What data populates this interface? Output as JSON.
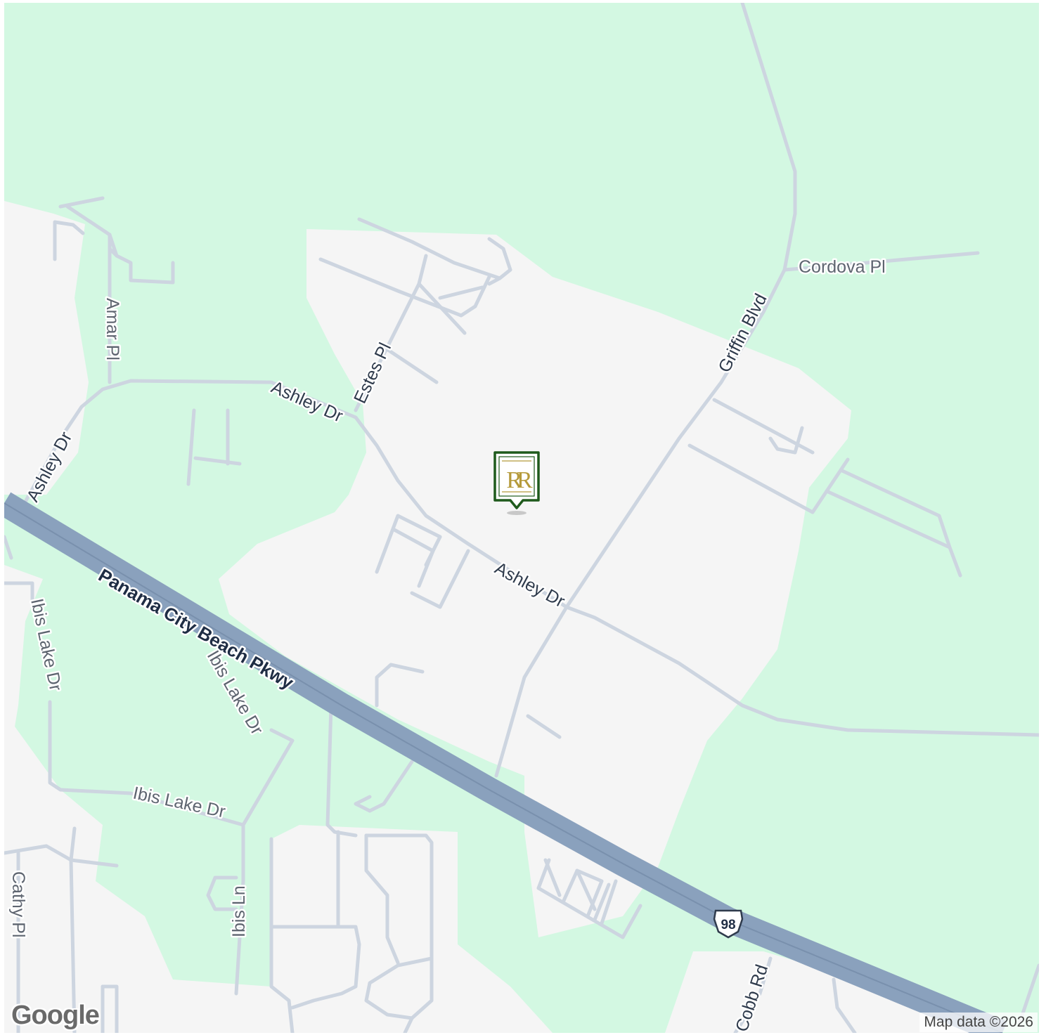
{
  "map": {
    "streets": {
      "cordova_pl": "Cordova Pl",
      "griffin_blvd": "Griffin Blvd",
      "amar_pl": "Amar Pl",
      "ashley_dr_1": "Ashley Dr",
      "ashley_dr_2": "Ashley Dr",
      "ashley_dr_3": "Ashley Dr",
      "estes_pl": "Estes Pl",
      "panama_city_beach_pkwy": "Panama City Beach Pkwy",
      "ibis_lake_dr_1": "Ibis Lake Dr",
      "ibis_lake_dr_2": "Ibis Lake Dr",
      "ibis_lake_dr_3": "Ibis Lake Dr",
      "ibis_ln": "Ibis Ln",
      "cathy_pl": "Cathy Pl",
      "cobb_rd": "Cobb Rd"
    },
    "route_shield": "98",
    "marker_monogram": "RR",
    "colors": {
      "park": "#d3f8e2",
      "urban": "#f5f5f5",
      "road": "#cdd5e0",
      "highway": "#8aa1bd",
      "marker_green": "#1f5a1c",
      "marker_gold": "#b59a3b"
    }
  },
  "footer": {
    "logo": "Google",
    "attribution": "Map data ©2026"
  }
}
